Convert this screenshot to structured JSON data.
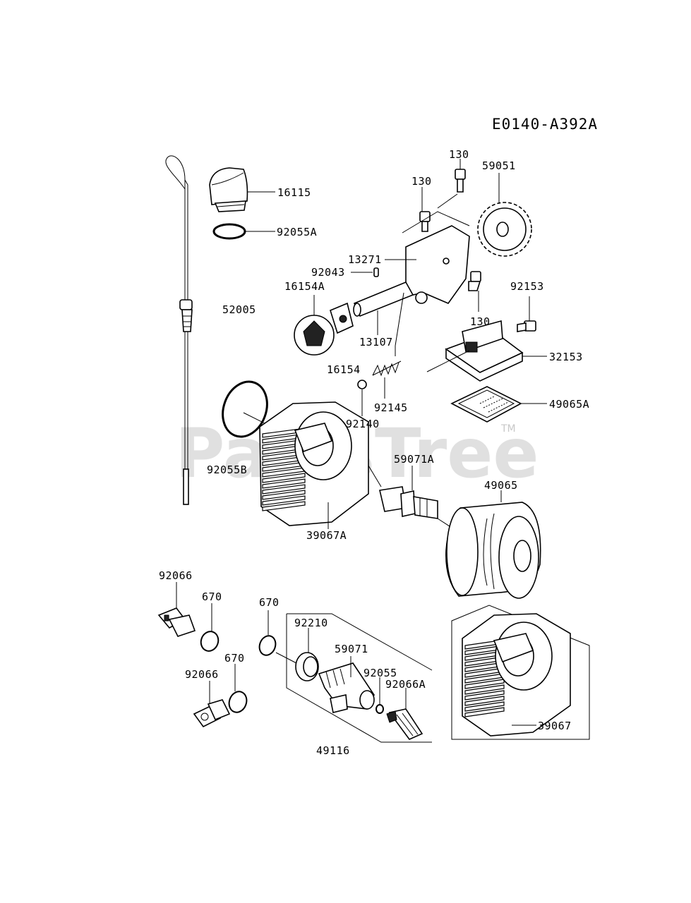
{
  "diagram_code": "E0140-A392A",
  "watermark": {
    "text": "PartsTree",
    "trademark": "TM"
  },
  "labels": {
    "p16115": "16115",
    "p92055A": "92055A",
    "p130_a": "130",
    "p130_b": "130",
    "p130_c": "130",
    "p59051": "59051",
    "p13271": "13271",
    "p92043": "92043",
    "p16154A": "16154A",
    "p52005": "52005",
    "p13107": "13107",
    "p92153": "92153",
    "p32153": "32153",
    "p16154": "16154",
    "p92145": "92145",
    "p49065A": "49065A",
    "p92140": "92140",
    "p59071A": "59071A",
    "p92055B": "92055B",
    "p49065": "49065",
    "p39067A": "39067A",
    "p92066_a": "92066",
    "p670_a": "670",
    "p670_b": "670",
    "p670_c": "670",
    "p92210": "92210",
    "p59071": "59071",
    "p92055": "92055",
    "p92066A": "92066A",
    "p92066_b": "92066",
    "p39067": "39067",
    "p49116": "49116"
  }
}
